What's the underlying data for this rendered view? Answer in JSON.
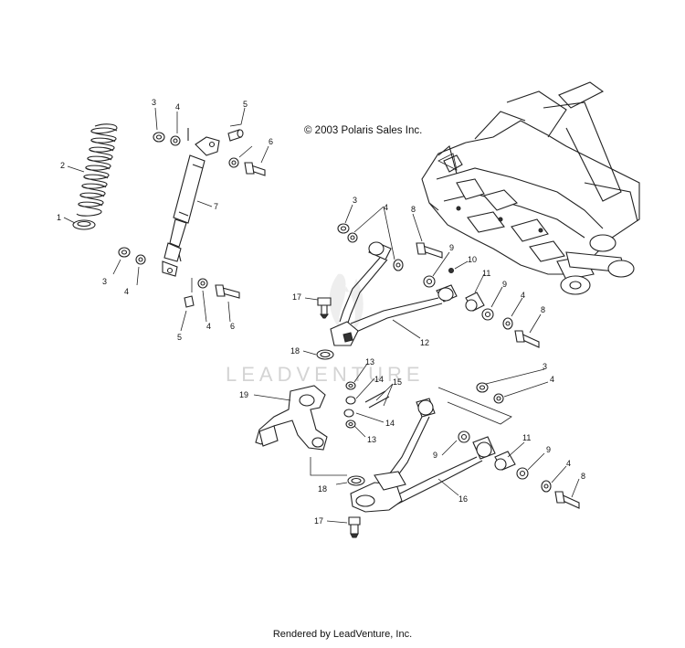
{
  "copyright": "© 2003 Polaris Sales Inc.",
  "watermark": "LEADVENTURE",
  "footer": "Rendered by LeadVenture, Inc.",
  "callouts": [
    "1",
    "2",
    "3",
    "4",
    "5",
    "6",
    "7",
    "3",
    "4",
    "5",
    "4",
    "6",
    "3",
    "4",
    "8",
    "9",
    "10",
    "11",
    "9",
    "4",
    "8",
    "17",
    "12",
    "18",
    "13",
    "14",
    "15",
    "19",
    "14",
    "13",
    "3",
    "4",
    "9",
    "11",
    "9",
    "4",
    "8",
    "18",
    "16",
    "17"
  ]
}
